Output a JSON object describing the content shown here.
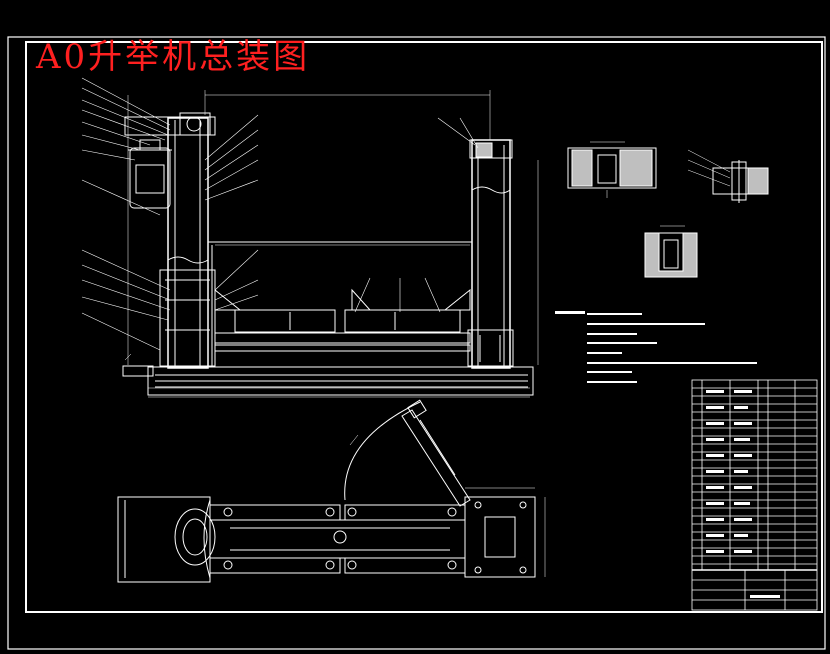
{
  "title": "A0升举机总装图",
  "colors": {
    "background": "#000000",
    "line": "#ffffff",
    "title": "#ff2020",
    "hatch": "#bfbfbf"
  },
  "views": {
    "front": "front-elevation",
    "top": "plan-view",
    "details": [
      "section-detail-1",
      "section-detail-2",
      "section-detail-3"
    ]
  },
  "title_block": {
    "type": "parts-list-and-title-block"
  },
  "notes": {
    "type": "technical-requirements"
  }
}
